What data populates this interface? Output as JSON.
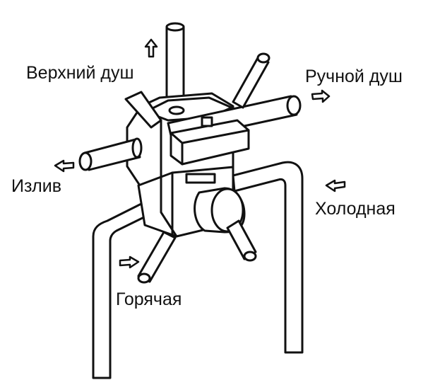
{
  "labels": {
    "top_shower": "Верхний душ",
    "hand_shower": "Ручной душ",
    "spout": "Излив",
    "cold": "Холодная",
    "hot": "Горячая"
  },
  "colors": {
    "stroke": "#111111",
    "fill": "#ffffff",
    "shade": "#d9d9d9"
  },
  "icons": {
    "arrow": "hollow-arrow-icon"
  }
}
